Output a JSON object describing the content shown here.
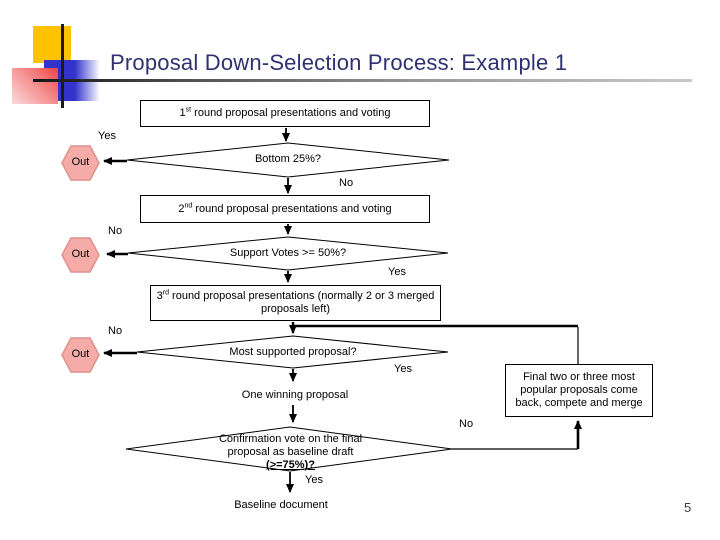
{
  "slide": {
    "title": "Proposal Down-Selection Process: Example 1",
    "page_number": "5"
  },
  "flow": {
    "round1": {
      "num": "1",
      "ord": "st",
      "rest": " round proposal presentations and voting"
    },
    "decision1": "Bottom 25%?",
    "round2": {
      "num": "2",
      "ord": "nd",
      "rest": " round proposal presentations and voting"
    },
    "decision2": "Support Votes >= 50%?",
    "round3": {
      "num": "3",
      "ord": "rd",
      "rest": " round proposal presentations (normally 2 or 3 merged proposals left)"
    },
    "decision3": "Most supported proposal?",
    "one_winning": "One winning proposal",
    "decision4": {
      "text": "Confirmation vote on the final proposal as  baseline draft",
      "threshold": "(>=75%)?"
    },
    "baseline": "Baseline document",
    "final_merge": "Final two or three most popular proposals come back, compete and merge",
    "out": "Out",
    "labels": {
      "yes1": "Yes",
      "no1": "No",
      "no2": "No",
      "yes2": "Yes",
      "no3": "No",
      "yes3": "Yes",
      "no4": "No",
      "yes4": "Yes"
    }
  },
  "colors": {
    "title_text": "#2F3172",
    "out_fill": "#F5ACA8",
    "out_border": "#E0908C",
    "accent_yellow": "#FFC200",
    "accent_blue": "#3333CC",
    "accent_pink": "#EE4444"
  }
}
